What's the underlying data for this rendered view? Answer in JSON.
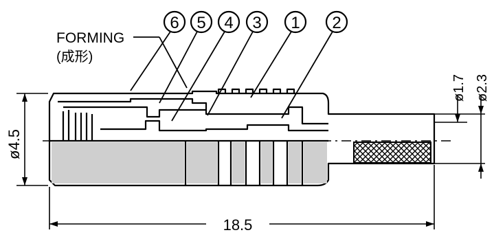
{
  "drawing": {
    "forming_label": "FORMING",
    "forming_label_jp": "(成形)",
    "part_numbers": [
      "6",
      "5",
      "4",
      "3",
      "1",
      "2"
    ],
    "dimensions": {
      "diameter_outer": "ø4.5",
      "length_total": "18.5",
      "diameter_pin": "ø1.7",
      "diameter_tail": "ø2.3"
    }
  }
}
